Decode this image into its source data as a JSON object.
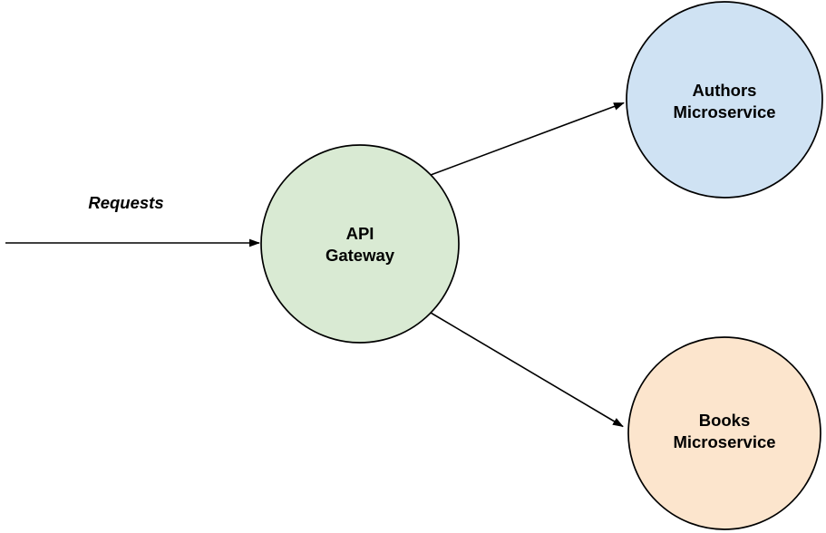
{
  "diagram": {
    "type": "flow-diagram",
    "background": "#ffffff",
    "text_color": "#000000",
    "line_color": "#000000",
    "nodes": [
      {
        "id": "api-gateway",
        "shape": "circle",
        "line1": "API",
        "line2": "Gateway",
        "fill": "#d9ead3"
      },
      {
        "id": "authors-microservice",
        "shape": "circle",
        "line1": "Authors",
        "line2": "Microservice",
        "fill": "#cfe2f3"
      },
      {
        "id": "books-microservice",
        "shape": "circle",
        "line1": "Books",
        "line2": "Microservice",
        "fill": "#fce5cd"
      }
    ],
    "edges": [
      {
        "id": "incoming-requests",
        "from": "external",
        "to": "api-gateway",
        "label": "Requests"
      },
      {
        "id": "gateway-to-authors",
        "from": "api-gateway",
        "to": "authors-microservice",
        "label": ""
      },
      {
        "id": "gateway-to-books",
        "from": "api-gateway",
        "to": "books-microservice",
        "label": ""
      }
    ]
  }
}
